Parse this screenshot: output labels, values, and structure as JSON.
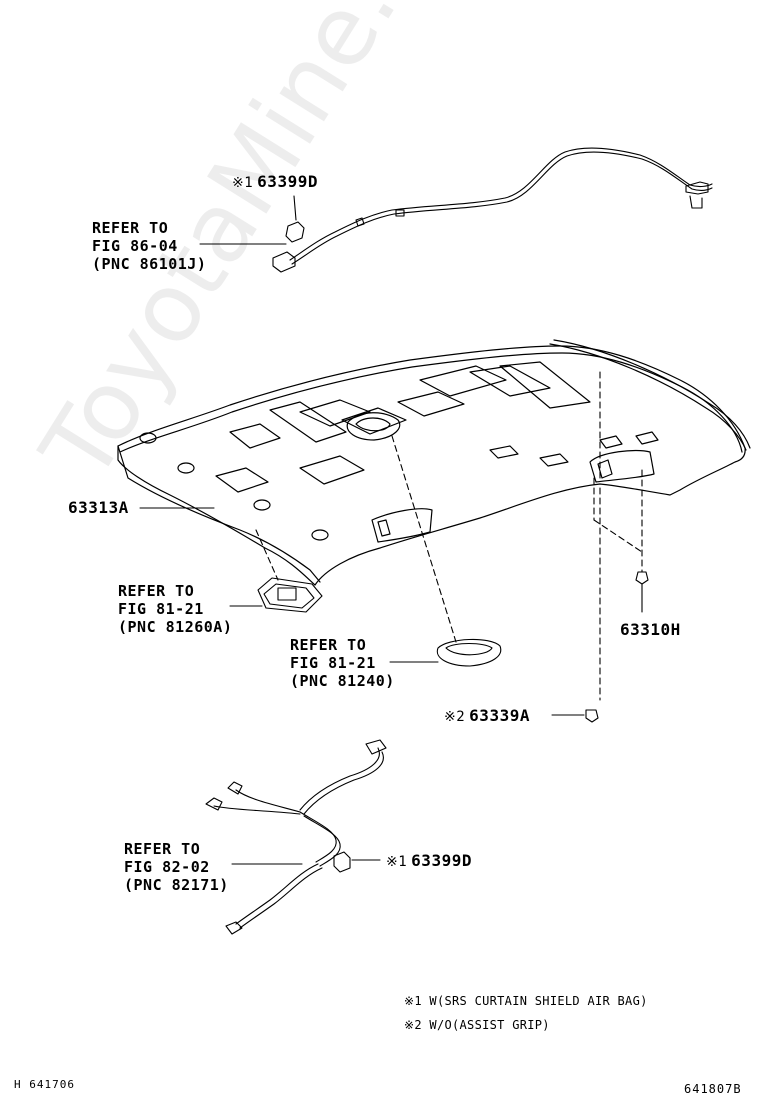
{
  "watermark": "ToyotaMine.ru",
  "parts": {
    "top_clip": {
      "mark": "※1",
      "number": "63399D"
    },
    "headliner": {
      "number": "63313A"
    },
    "screw": {
      "number": "63310H"
    },
    "assist_clip": {
      "mark": "※2",
      "number": "63339A"
    },
    "bottom_clip": {
      "mark": "※1",
      "number": "63399D"
    }
  },
  "refs": {
    "ref_top": [
      "REFER TO",
      "FIG 86-04",
      "(PNC 86101J)"
    ],
    "ref_lamp_left": [
      "REFER TO",
      "FIG 81-21",
      "(PNC 81260A)"
    ],
    "ref_lamp_center": [
      "REFER TO",
      "FIG 81-21",
      "(PNC 81240)"
    ],
    "ref_harness": [
      "REFER TO",
      "FIG 82-02",
      "(PNC 82171)"
    ]
  },
  "notes": [
    {
      "mark": "※1",
      "text": "W(SRS CURTAIN SHIELD AIR BAG)"
    },
    {
      "mark": "※2",
      "text": "W/O(ASSIST GRIP)"
    }
  ],
  "footer": {
    "left_code": "H 641706",
    "right_code": "641807B"
  }
}
